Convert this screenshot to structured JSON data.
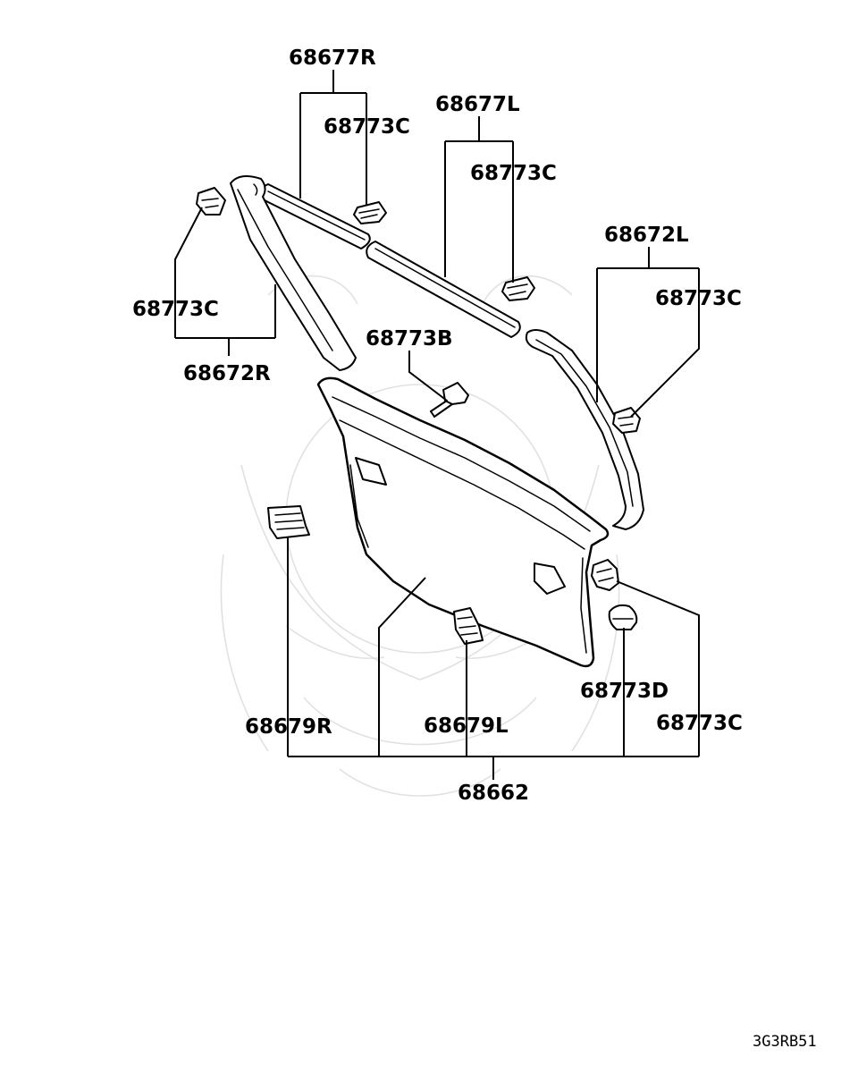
{
  "labels": {
    "p68677R": "68677R",
    "p68773C_a": "68773C",
    "p68677L": "68677L",
    "p68773C_b": "68773C",
    "p68672L": "68672L",
    "p68773C_c": "68773C",
    "p68773C_d": "68773C",
    "p68672R": "68672R",
    "p68773B": "68773B",
    "p68773D": "68773D",
    "p68773C_e": "68773C",
    "p68679R": "68679R",
    "p68679L": "68679L",
    "p68662": "68662"
  },
  "diagram_code": "3G3RB51"
}
